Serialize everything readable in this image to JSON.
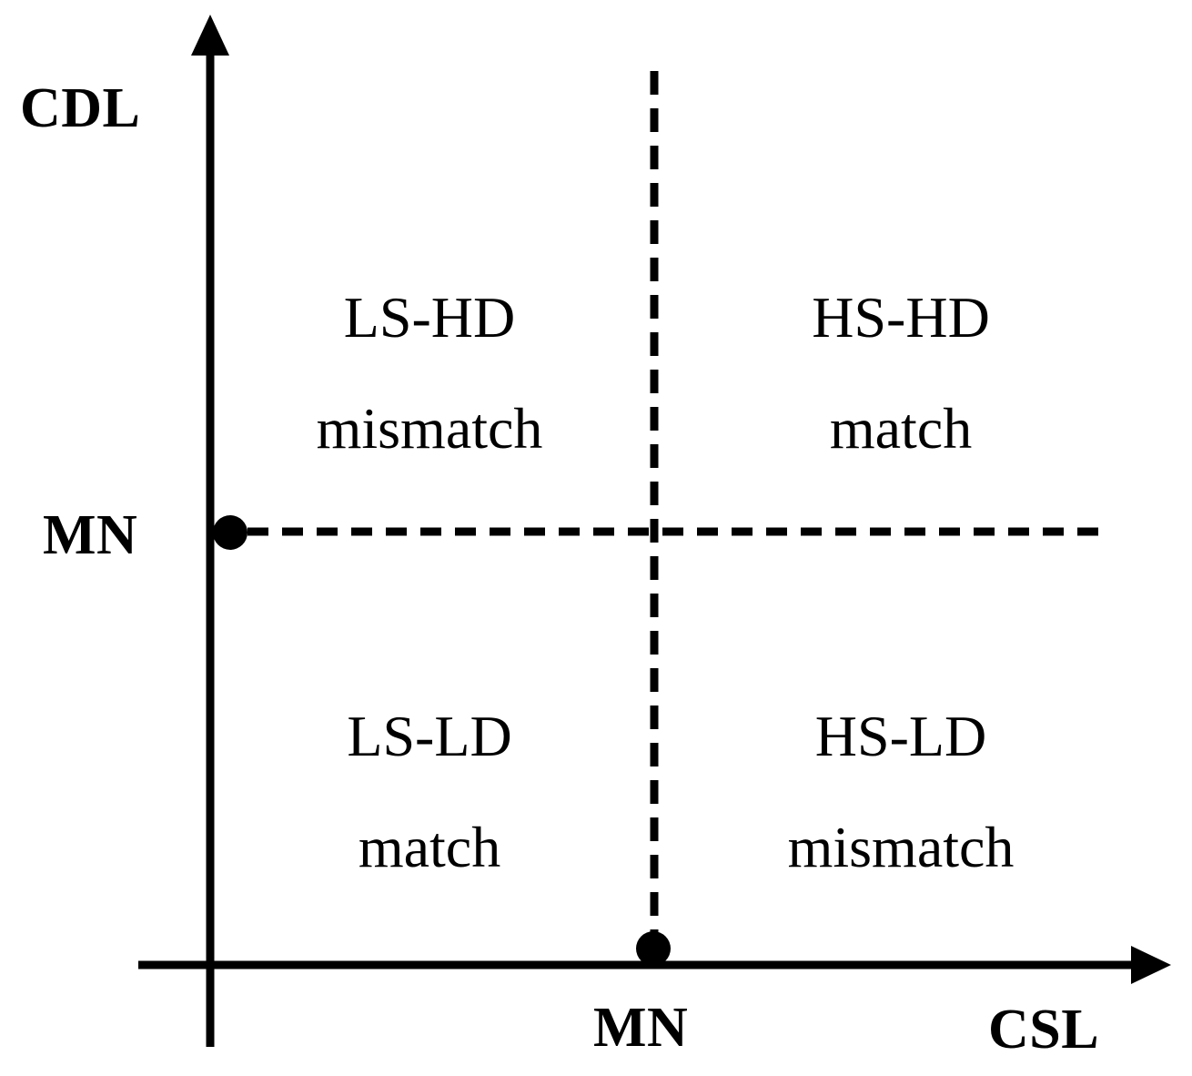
{
  "chart_data": {
    "type": "scatter",
    "title": "",
    "xlabel": "CSL",
    "ylabel": "CDL",
    "x_threshold_label": "MN",
    "y_threshold_label": "MN",
    "grid": false,
    "legend": "none",
    "quadrants": [
      {
        "position": "top-left",
        "code": "LS-HD",
        "status": "mismatch",
        "x_level": "low CSL",
        "y_level": "high CDL"
      },
      {
        "position": "top-right",
        "code": "HS-HD",
        "status": "match",
        "x_level": "high CSL",
        "y_level": "high CDL"
      },
      {
        "position": "bottom-left",
        "code": "LS-LD",
        "status": "match",
        "x_level": "low CSL",
        "y_level": "low CDL"
      },
      {
        "position": "bottom-right",
        "code": "HS-LD",
        "status": "mismatch",
        "x_level": "high CSL",
        "y_level": "low CDL"
      }
    ],
    "markers": [
      {
        "name": "y-axis-threshold-point",
        "axis": "y",
        "label": "MN"
      },
      {
        "name": "x-axis-threshold-point",
        "axis": "x",
        "label": "MN"
      }
    ],
    "colors": {
      "stroke": "#000000",
      "background": "#ffffff",
      "marker": "#000000"
    }
  },
  "axes": {
    "y_label": "CDL",
    "x_label": "CSL",
    "y_tick": "MN",
    "x_tick": "MN"
  },
  "quadrant_labels": {
    "top_left": {
      "code": "LS-HD",
      "status": "mismatch"
    },
    "top_right": {
      "code": "HS-HD",
      "status": "match"
    },
    "bottom_left": {
      "code": "LS-LD",
      "status": "match"
    },
    "bottom_right": {
      "code": "HS-LD",
      "status": "mismatch"
    }
  }
}
